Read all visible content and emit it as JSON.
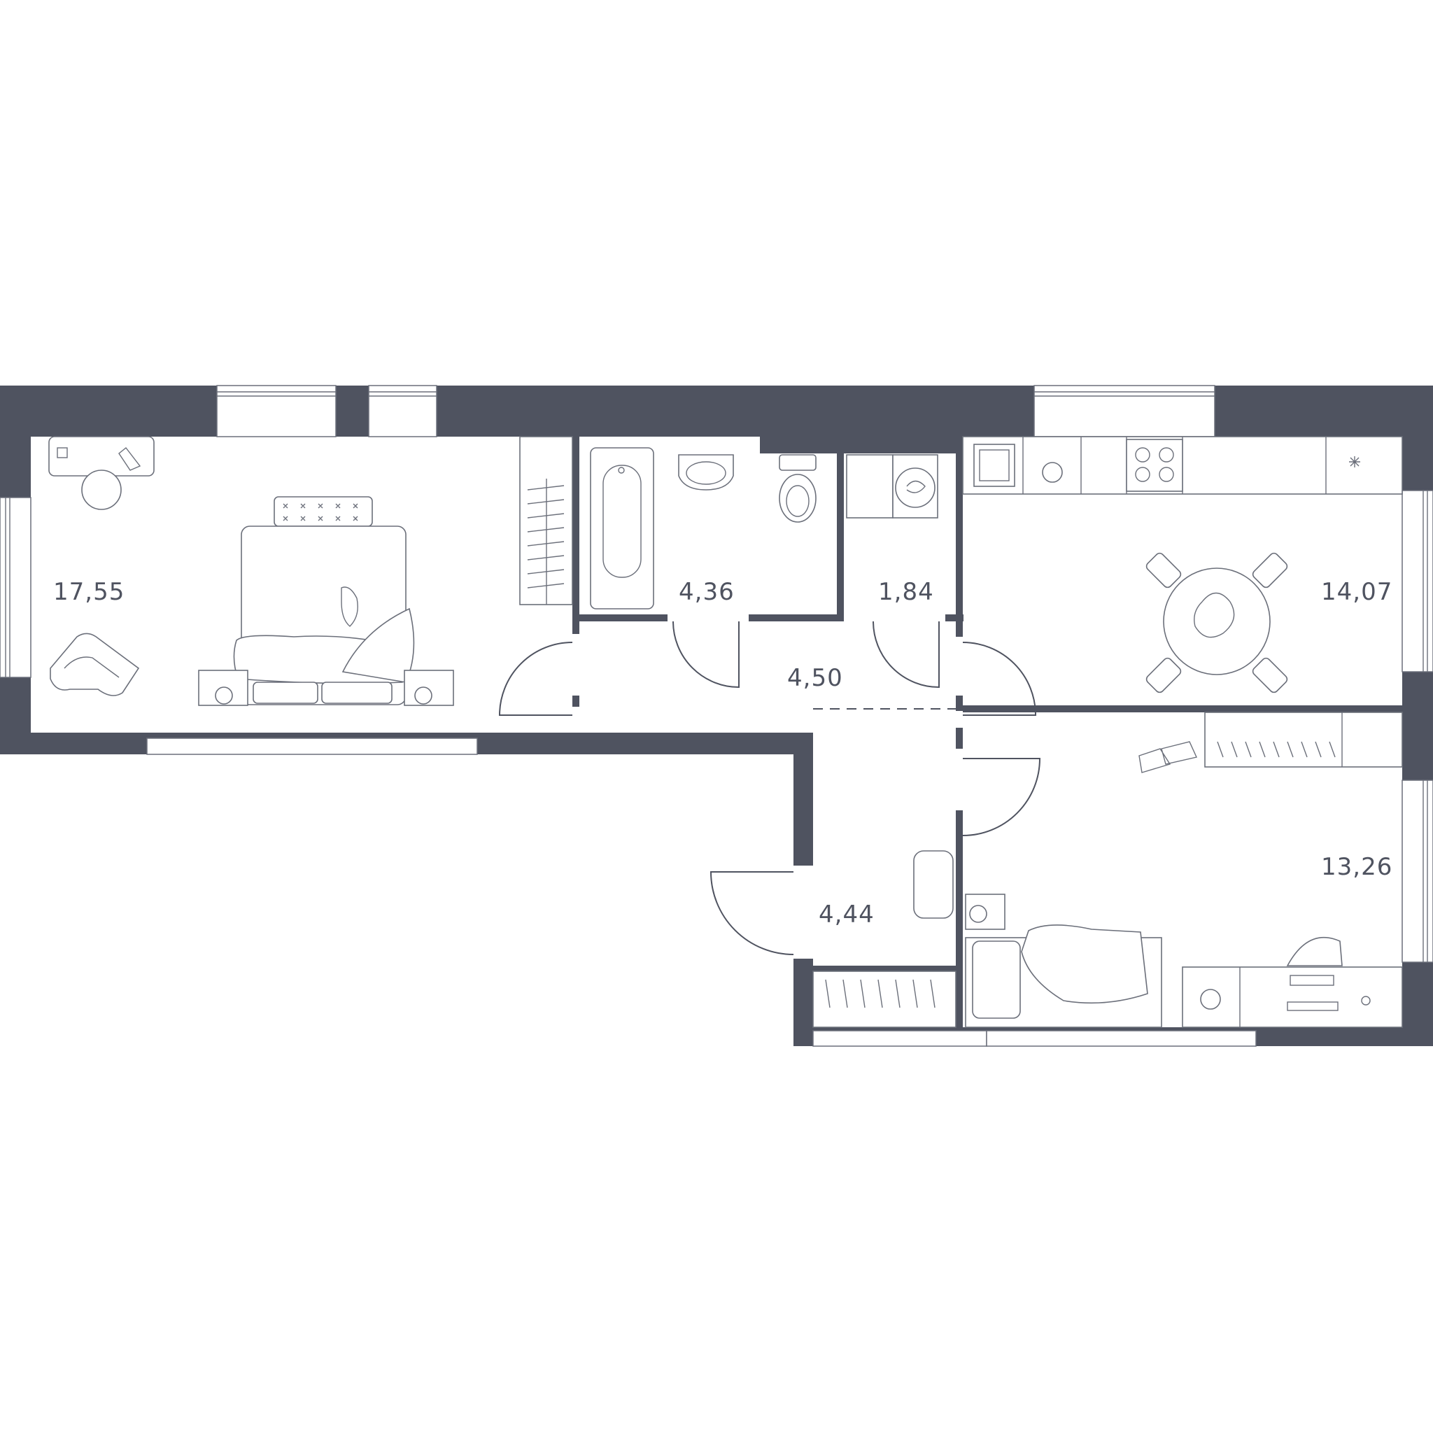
{
  "plan": {
    "rooms": [
      {
        "id": "bedroom",
        "area": "17,55"
      },
      {
        "id": "bathroom",
        "area": "4,36"
      },
      {
        "id": "laundry",
        "area": "1,84"
      },
      {
        "id": "kitchen",
        "area": "14,07"
      },
      {
        "id": "hall",
        "area": "4,50"
      },
      {
        "id": "entrance",
        "area": "4,44"
      },
      {
        "id": "kids-room",
        "area": "13,26"
      }
    ],
    "colors": {
      "wall": "#4f5360",
      "furniture_line": "#6b6f7a",
      "background": "#ffffff"
    }
  }
}
